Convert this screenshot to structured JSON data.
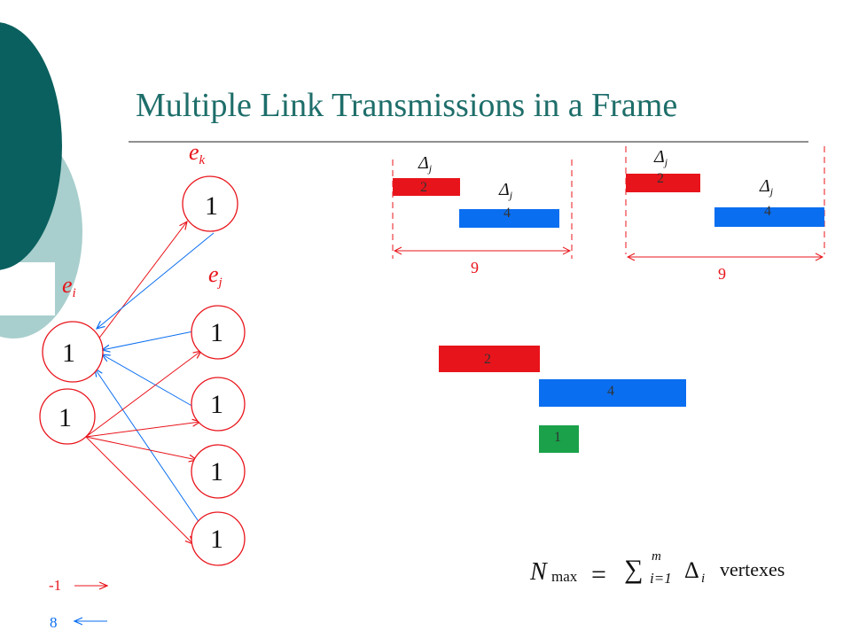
{
  "title": "Multiple Link Transmissions in a Frame",
  "colors": {
    "red": "#e8141b",
    "blue": "#0a6ef0",
    "green": "#1aa14a",
    "teal_dark": "#0a605e",
    "teal_light": "#a8cfcd"
  },
  "graph": {
    "nodes": [
      {
        "id": "ek",
        "value": "1"
      },
      {
        "id": "ei",
        "value": "1"
      },
      {
        "id": "ei2",
        "value": "1"
      },
      {
        "id": "ej1",
        "value": "1"
      },
      {
        "id": "ej2",
        "value": "1"
      },
      {
        "id": "ej3",
        "value": "1"
      },
      {
        "id": "ej4",
        "value": "1"
      }
    ],
    "labels": {
      "ek": "e",
      "ek_sub": "k",
      "ei": "e",
      "ei_sub": "i",
      "ej": "e",
      "ej_sub": "j"
    }
  },
  "legend": {
    "red_value": "-1",
    "blue_value": "8"
  },
  "frames": {
    "left": {
      "red_value": "2",
      "blue_value": "4",
      "width_value": "9"
    },
    "right": {
      "red_value": "2",
      "blue_value": "4",
      "width_value": "9"
    },
    "delta_label": "Δ",
    "delta_sub": "j"
  },
  "stack": {
    "red_value": "2",
    "blue_value": "4",
    "green_value": "1"
  },
  "formula": {
    "N": "N",
    "N_sub": "max",
    "eq": "=",
    "sum": "∑",
    "sup": "m",
    "sub": "i=1",
    "delta": "Δ",
    "delta_sub": "i",
    "suffix": "vertexes"
  }
}
